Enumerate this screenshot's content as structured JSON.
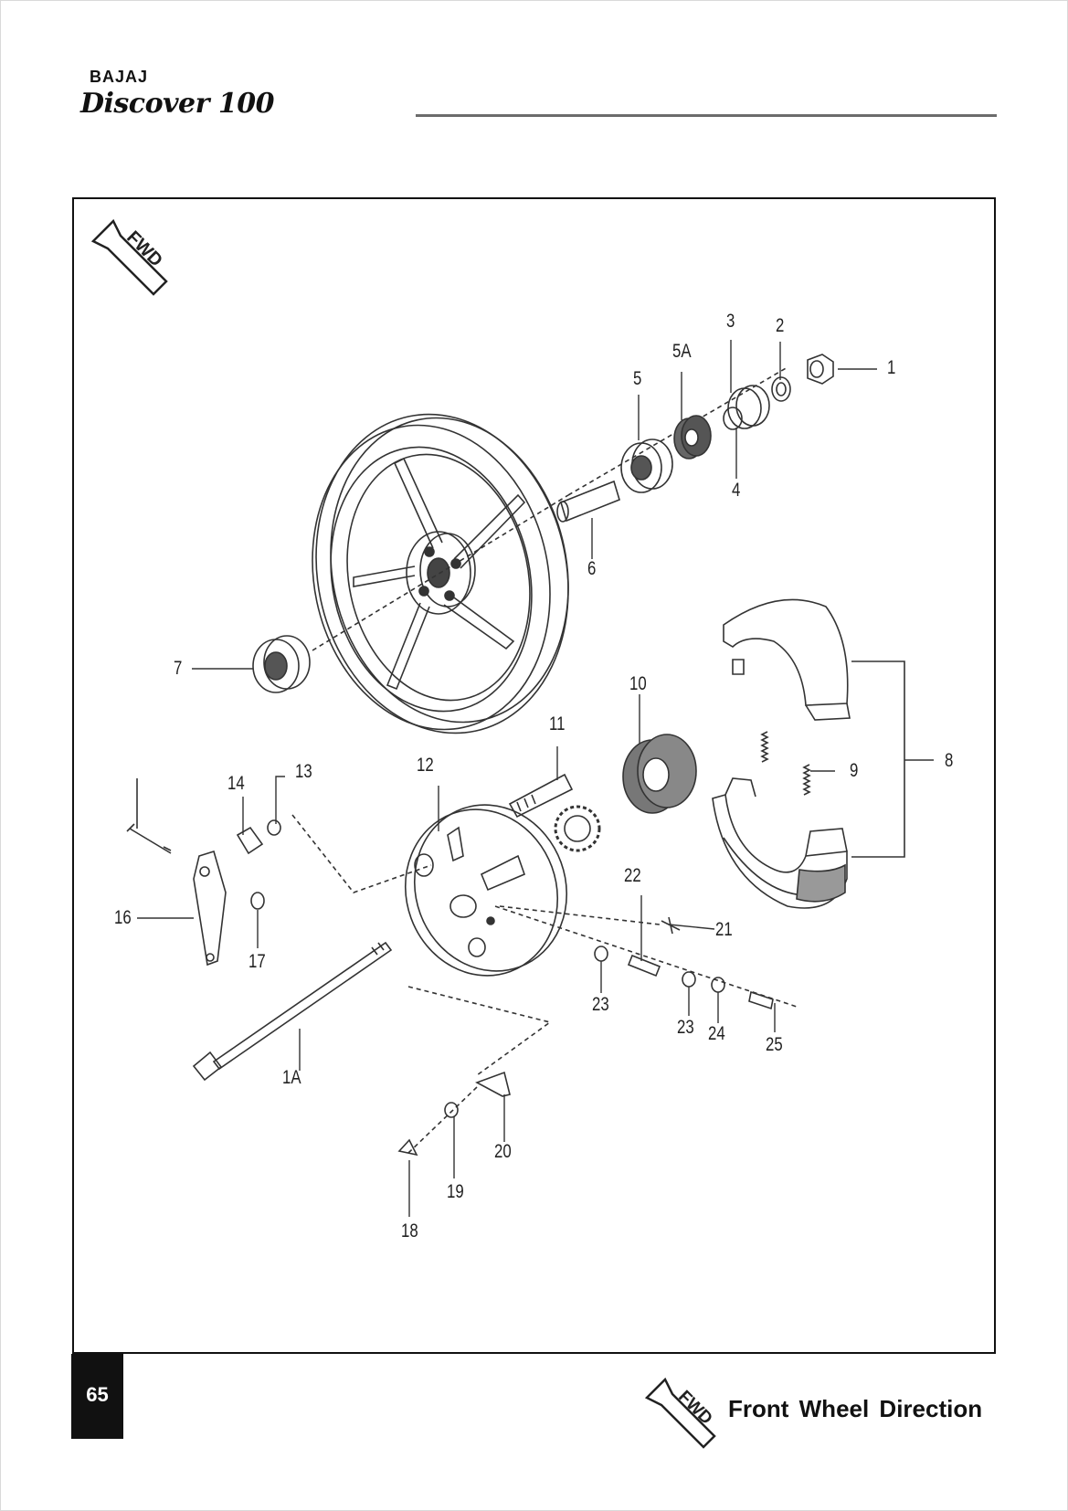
{
  "header": {
    "brand": "BAJAJ",
    "model": "Discover 100"
  },
  "diagram": {
    "fwd_badge": "FWD",
    "callouts": [
      "1",
      "2",
      "3",
      "4",
      "5",
      "5A",
      "6",
      "7",
      "8",
      "9",
      "10",
      "11",
      "12",
      "13",
      "14",
      "16",
      "17",
      "21",
      "22",
      "23",
      "23",
      "24",
      "25",
      "1A",
      "20",
      "19",
      "18"
    ]
  },
  "footer": {
    "page_number": "65",
    "fwd_badge": "FWD",
    "legend_label": "Front Wheel Direction"
  }
}
